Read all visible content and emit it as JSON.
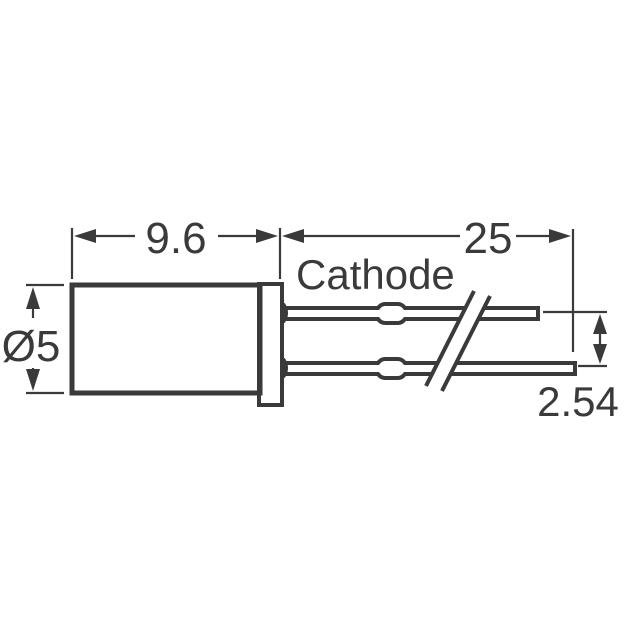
{
  "figure": {
    "type": "mechanical-outline-drawing",
    "subject": "Cylindrical radial-lead component (LED/capacitor style) side view",
    "stroke_color": "#3a3a3a",
    "background": "#ffffff"
  },
  "dimensions": {
    "body_length": {
      "label": "9.6"
    },
    "lead_length": {
      "label": "25"
    },
    "body_diameter": {
      "label": "Ø5"
    },
    "lead_spacing": {
      "label": "2.54"
    }
  },
  "annotations": {
    "cathode": {
      "label": "Cathode"
    }
  }
}
